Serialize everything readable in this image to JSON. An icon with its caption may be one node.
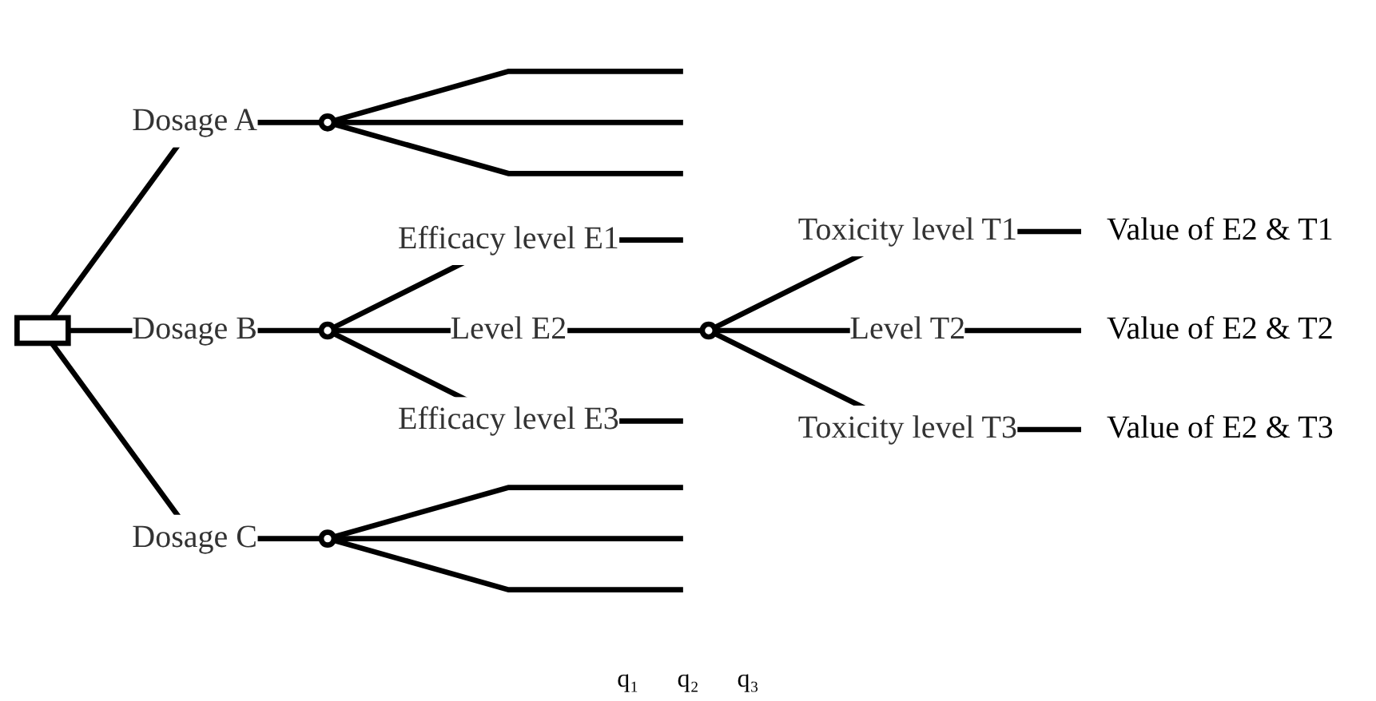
{
  "diagram": {
    "nodes": [
      {
        "text": [],
        "shape": "box"
      },
      {
        "text": [],
        "shape": "circle"
      },
      {
        "text": [],
        "shape": "circle"
      },
      {
        "text": [],
        "shape": "circle"
      },
      {
        "text": [],
        "shape": "circle"
      },
      {
        "text": [
          "Value of E2 & T1"
        ]
      },
      {
        "text": [
          "Value of E2 & T2"
        ]
      },
      {
        "text": [
          "Value of E2 & T3"
        ]
      }
    ],
    "edges": [
      {
        "from": 0,
        "to": 1,
        "arrow": "none",
        "label": "Dosage A"
      },
      {
        "from": 1,
        "to": null,
        "arrow": "none"
      },
      {
        "from": 1,
        "to": null,
        "arrow": "none"
      },
      {
        "from": 1,
        "to": null,
        "arrow": "none"
      },
      {
        "from": 0,
        "to": 2,
        "arrow": "none",
        "label": "Dosage B"
      },
      {
        "from": 2,
        "to": null,
        "arrow": "none",
        "label": "Efficacy level E1"
      },
      {
        "from": 2,
        "to": 4,
        "arrow": "none",
        "label": "Level E2"
      },
      {
        "from": 2,
        "to": null,
        "arrow": "none",
        "label": "Efficacy level E3"
      },
      {
        "from": 4,
        "to": 5,
        "arrow": "none",
        "label": "Toxicity level T1"
      },
      {
        "from": 4,
        "to": 6,
        "arrow": "none",
        "label": "Level T2"
      },
      {
        "from": 4,
        "to": 7,
        "arrow": "none",
        "label": "Toxicity level T3"
      },
      {
        "from": 0,
        "to": 3,
        "arrow": "none",
        "label": "Dosage C"
      },
      {
        "from": 3,
        "to": null,
        "arrow": "none"
      },
      {
        "from": 3,
        "to": null,
        "arrow": "none"
      },
      {
        "from": 3,
        "to": null,
        "arrow": "none"
      }
    ],
    "labels": [
      "q₁",
      "q₂",
      "q₃"
    ]
  }
}
